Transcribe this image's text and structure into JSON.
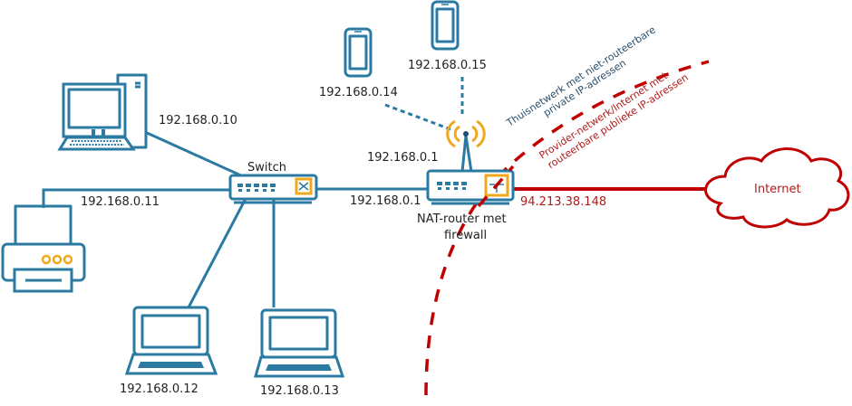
{
  "diagram": {
    "devices": {
      "desktop": {
        "label": "192.168.0.10"
      },
      "printer": {
        "label": "192.168.0.11"
      },
      "laptop1": {
        "label": "192.168.0.12"
      },
      "laptop2": {
        "label": "192.168.0.13"
      },
      "phone1": {
        "label": "192.168.0.14"
      },
      "phone2": {
        "label": "192.168.0.15"
      },
      "switch": {
        "label": "Switch"
      },
      "router": {
        "label_line1": "NAT-router met",
        "label_line2": "firewall",
        "wifi_ip": "192.168.0.1",
        "lan_ip": "192.168.0.1",
        "wan_ip": "94.213.38.148"
      },
      "internet": {
        "label": "Internet"
      }
    },
    "zones": {
      "home": {
        "line1": "Thuisnetwerk met niet-routeerbare",
        "line2": "private IP-adressen"
      },
      "provider": {
        "line1": "Provider-netwerk/Internet met",
        "line2": "routeerbare publieke IP-adressen"
      }
    },
    "colors": {
      "device": "#2b7aa1",
      "accent": "#f0a81c",
      "boundary": "#c00000"
    }
  }
}
